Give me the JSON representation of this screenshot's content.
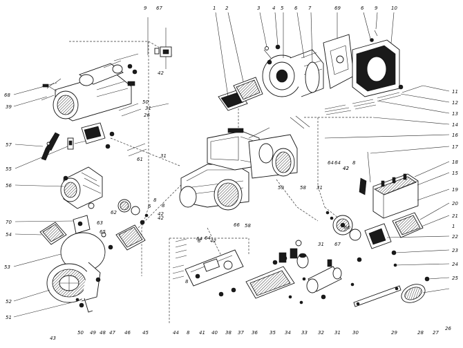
{
  "labels": [
    {
      "id": "9"
    },
    {
      "id": "67"
    },
    {
      "id": "42a",
      "text": "42"
    },
    {
      "id": "1"
    },
    {
      "id": "2"
    },
    {
      "id": "3"
    },
    {
      "id": "4"
    },
    {
      "id": "5"
    },
    {
      "id": "6"
    },
    {
      "id": "7"
    },
    {
      "id": "69"
    },
    {
      "id": "6b",
      "text": "6"
    },
    {
      "id": "9b",
      "text": "9"
    },
    {
      "id": "10"
    },
    {
      "id": "11"
    },
    {
      "id": "12"
    },
    {
      "id": "13"
    },
    {
      "id": "14"
    },
    {
      "id": "16"
    },
    {
      "id": "17"
    },
    {
      "id": "18"
    },
    {
      "id": "15"
    },
    {
      "id": "19"
    },
    {
      "id": "20"
    },
    {
      "id": "21"
    },
    {
      "id": "1b",
      "text": "1"
    },
    {
      "id": "22"
    },
    {
      "id": "23"
    },
    {
      "id": "24"
    },
    {
      "id": "25"
    },
    {
      "id": "26"
    },
    {
      "id": "27"
    },
    {
      "id": "28"
    },
    {
      "id": "29"
    },
    {
      "id": "30"
    },
    {
      "id": "31a",
      "text": "31"
    },
    {
      "id": "32"
    },
    {
      "id": "33"
    },
    {
      "id": "34"
    },
    {
      "id": "35"
    },
    {
      "id": "36"
    },
    {
      "id": "37"
    },
    {
      "id": "38"
    },
    {
      "id": "39"
    },
    {
      "id": "40"
    },
    {
      "id": "41"
    },
    {
      "id": "8a",
      "text": "8"
    },
    {
      "id": "44"
    },
    {
      "id": "45"
    },
    {
      "id": "46"
    },
    {
      "id": "47"
    },
    {
      "id": "48"
    },
    {
      "id": "49"
    },
    {
      "id": "50"
    },
    {
      "id": "51"
    },
    {
      "id": "52"
    },
    {
      "id": "53"
    },
    {
      "id": "54"
    },
    {
      "id": "55"
    },
    {
      "id": "56"
    },
    {
      "id": "57"
    },
    {
      "id": "58"
    },
    {
      "id": "59"
    },
    {
      "id": "60"
    },
    {
      "id": "61"
    },
    {
      "id": "62"
    },
    {
      "id": "63"
    },
    {
      "id": "64"
    },
    {
      "id": "65"
    },
    {
      "id": "66"
    },
    {
      "id": "70"
    },
    {
      "id": "68"
    },
    {
      "id": "50b",
      "text": "50"
    },
    {
      "id": "31b",
      "text": "31"
    },
    {
      "id": "26b",
      "text": "26"
    },
    {
      "id": "8b",
      "text": "8"
    },
    {
      "id": "42b",
      "text": "42"
    },
    {
      "id": "6c",
      "text": "6"
    },
    {
      "id": "31c",
      "text": "31"
    },
    {
      "id": "64b",
      "text": "64"
    },
    {
      "id": "8c",
      "text": "8"
    },
    {
      "id": "42c",
      "text": "42"
    },
    {
      "id": "64c",
      "text": "64"
    },
    {
      "id": "8d",
      "text": "8"
    },
    {
      "id": "42d",
      "text": "42"
    },
    {
      "id": "58b",
      "text": "58"
    },
    {
      "id": "31d",
      "text": "31"
    },
    {
      "id": "67b",
      "text": "67"
    },
    {
      "id": "31e",
      "text": "31"
    },
    {
      "id": "42e",
      "text": "42"
    },
    {
      "id": "8e",
      "text": "8"
    },
    {
      "id": "6d",
      "text": "64"
    },
    {
      "id": "8f",
      "text": "8"
    },
    {
      "id": "43",
      "text": "43"
    },
    {
      "id": "45b",
      "text": "42"
    }
  ]
}
